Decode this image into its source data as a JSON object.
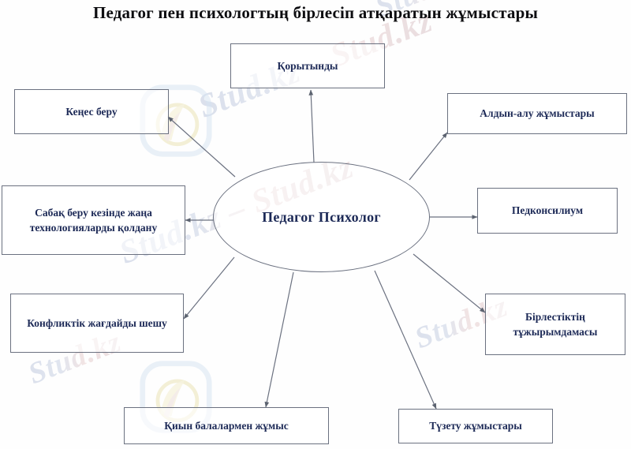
{
  "page": {
    "title": "Педагог пен психологтың бірлесіп атқаратын жұмыстары",
    "background_color": "#fefefe",
    "box_border_color": "#6b7180",
    "box_text_color": "#1d2a57",
    "title_color": "#0d0d10"
  },
  "center": {
    "label": "Педагог  Психолог"
  },
  "nodes": [
    {
      "id": "korytyndy",
      "label": "Қорытынды"
    },
    {
      "id": "aldyn-alu",
      "label": "Алдын-алу жұмыстары"
    },
    {
      "id": "pedkonsilium",
      "label": "Педконсилиум"
    },
    {
      "id": "birlestik",
      "label": "Бірлестіктің тұжырымдамасы"
    },
    {
      "id": "tuzetu",
      "label": "Түзету жұмыстары"
    },
    {
      "id": "qiyn-balalar",
      "label": "Қиын балалармен жұмыс"
    },
    {
      "id": "konflikt",
      "label": "Конфликтік жағдайды шешу"
    },
    {
      "id": "sabaq-beru",
      "label": "Сабақ беру кезінде жаңа технологияларды қолдану"
    },
    {
      "id": "kenes-beru",
      "label": "Кеңес беру"
    }
  ],
  "watermark": {
    "text": "Stud.kz – Stud.kz",
    "short_text": "Stud.kz"
  }
}
